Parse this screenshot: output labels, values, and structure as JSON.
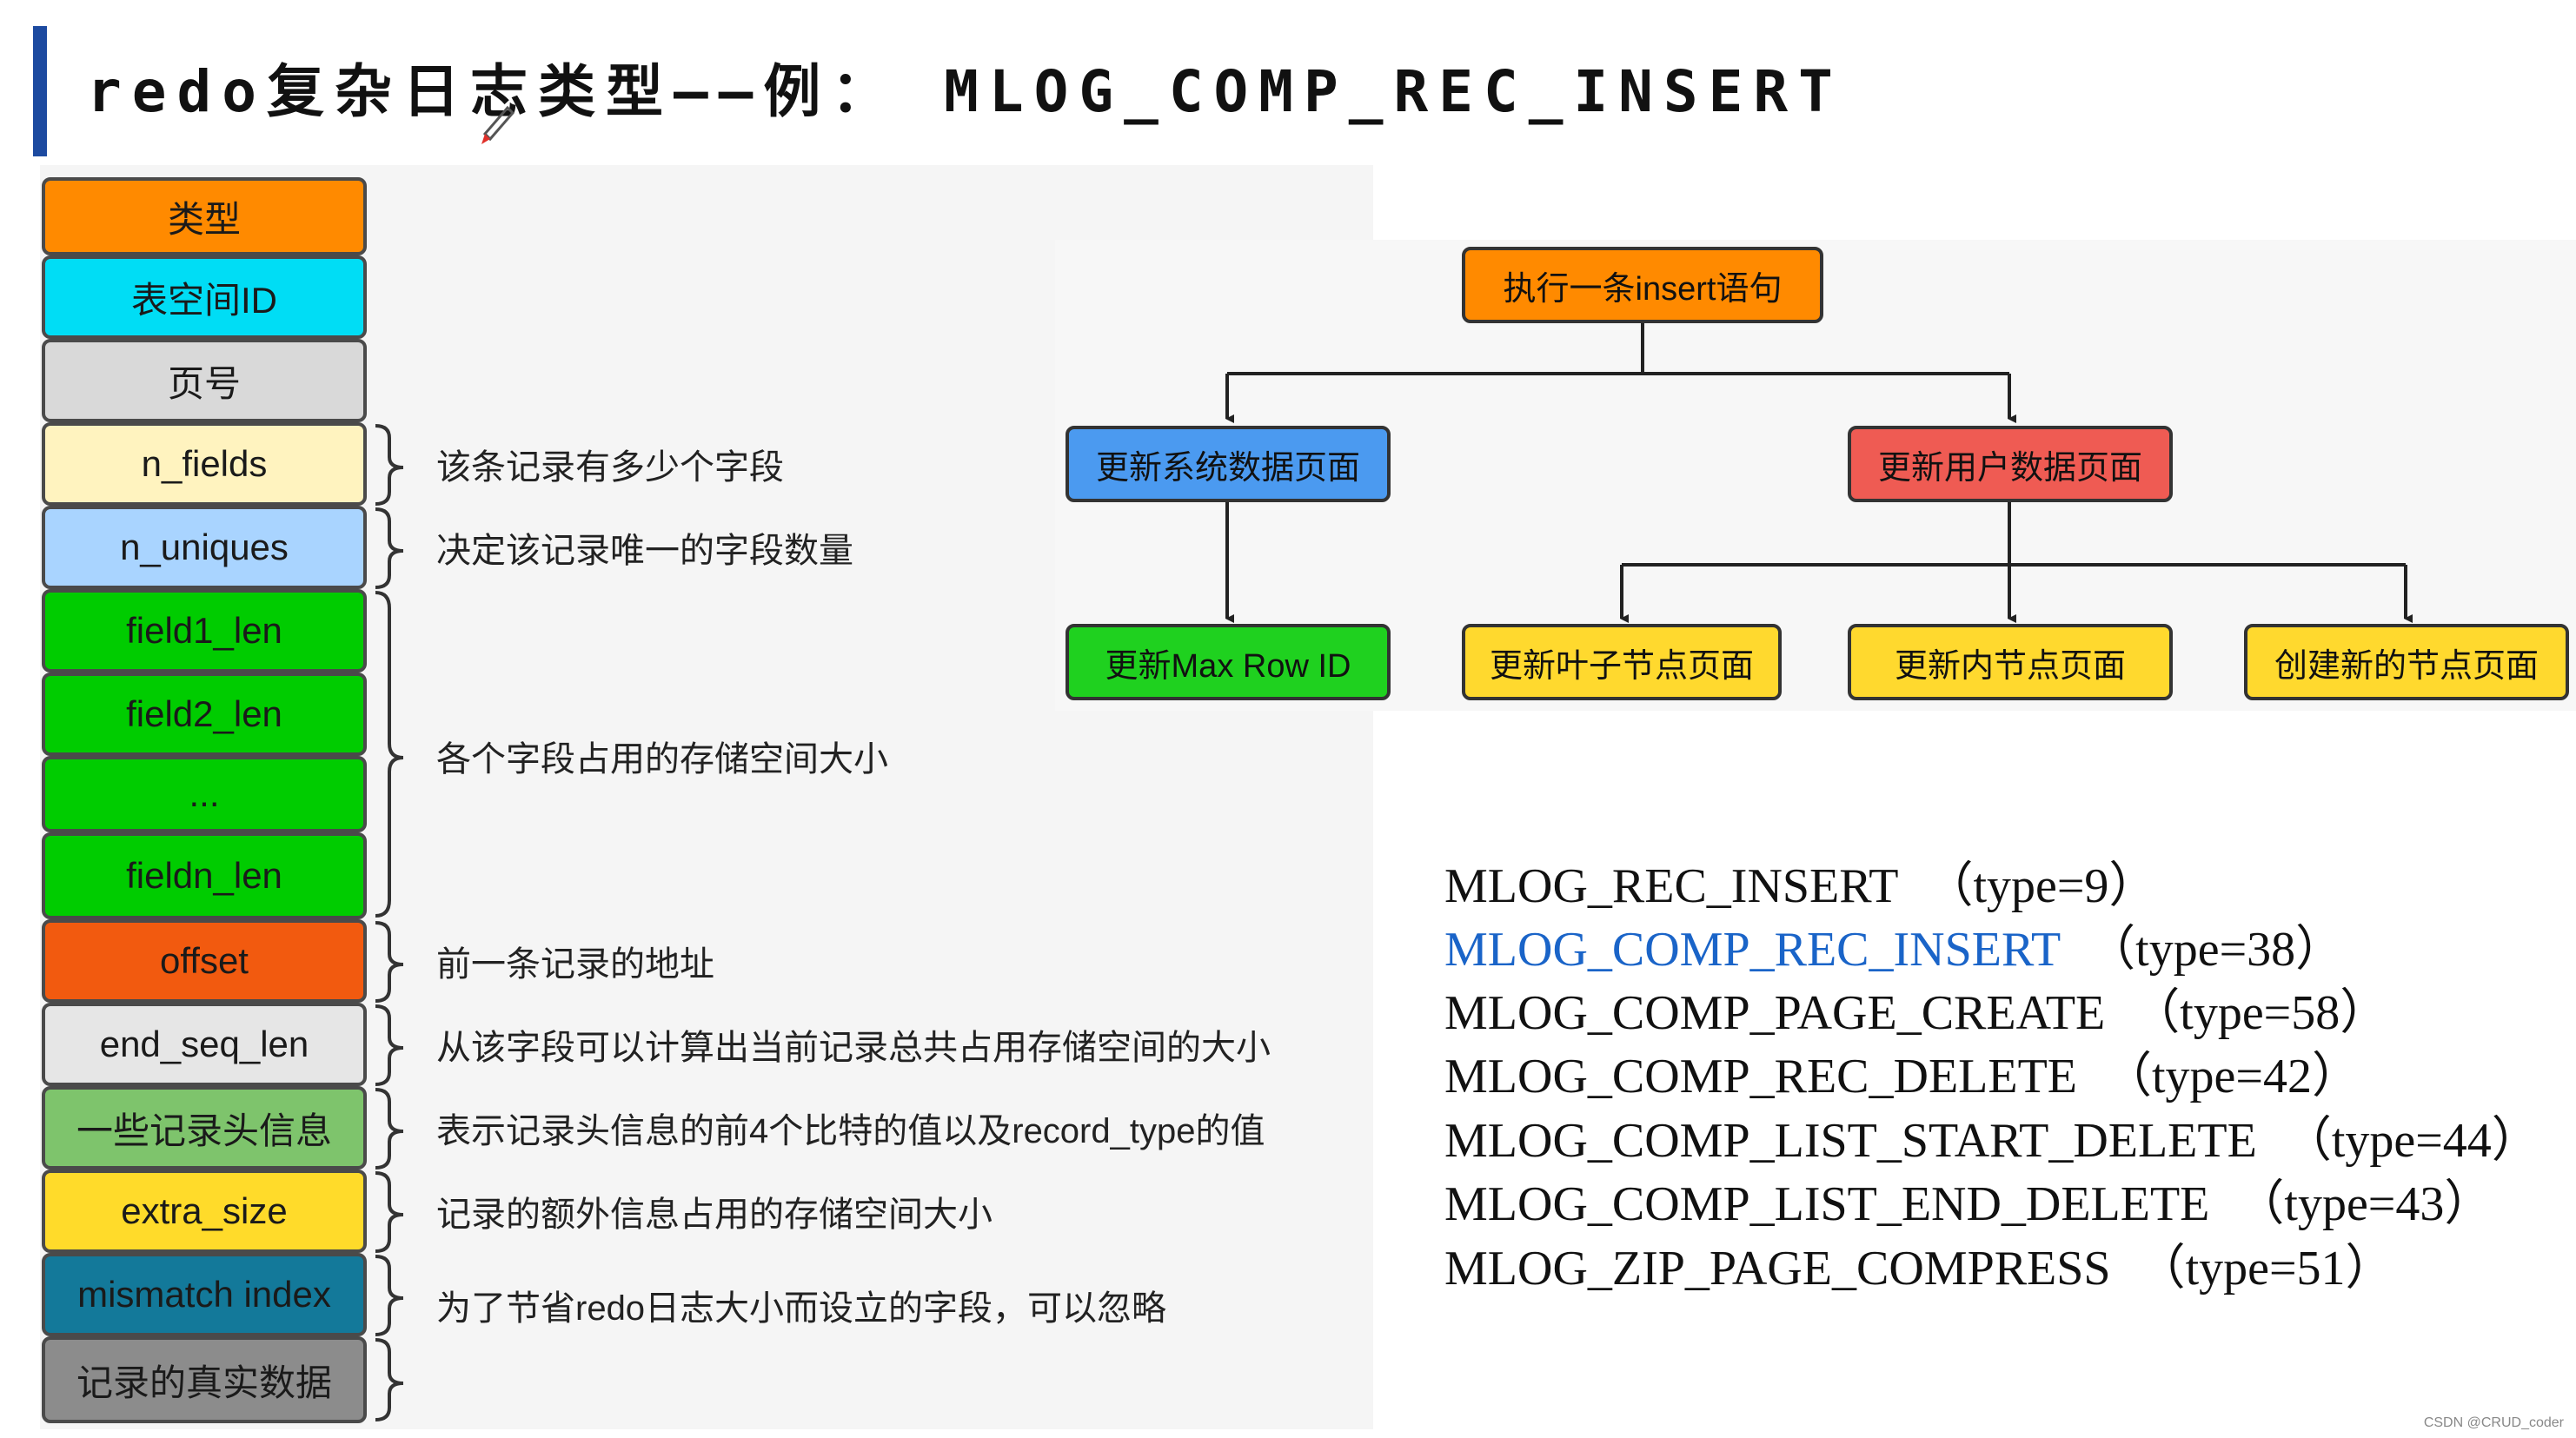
{
  "title": "redo复杂日志类型——例： MLOG_COMP_REC_INSERT",
  "fields": [
    {
      "label": "类型",
      "color": "#ff8a00"
    },
    {
      "label": "表空间ID",
      "color": "#00ddf5"
    },
    {
      "label": "页号",
      "color": "#d9d9d9"
    },
    {
      "label": "n_fields",
      "color": "#fff3bf"
    },
    {
      "label": "n_uniques",
      "color": "#a9d4ff"
    },
    {
      "label": "field1_len",
      "color": "#00cc00"
    },
    {
      "label": "field2_len",
      "color": "#00cc00"
    },
    {
      "label": "...",
      "color": "#00cc00"
    },
    {
      "label": "fieldn_len",
      "color": "#00cc00"
    },
    {
      "label": "offset",
      "color": "#f25a0f"
    },
    {
      "label": "end_seq_len",
      "color": "#e6e6e6"
    },
    {
      "label": "一些记录头信息",
      "color": "#7ec46c"
    },
    {
      "label": "extra_size",
      "color": "#ffdb2a"
    },
    {
      "label": "mismatch index",
      "color": "#13799a"
    },
    {
      "label": "记录的真实数据",
      "color": "#8c8c8c"
    }
  ],
  "annotations": [
    "该条记录有多少个字段",
    "决定该记录唯一的字段数量",
    "各个字段占用的存储空间大小",
    "前一条记录的地址",
    "从该字段可以计算出当前记录总共占用存储空间的大小",
    "表示记录头信息的前4个比特的值以及record_type的值",
    "记录的额外信息占用的存储空间大小",
    "为了节省redo日志大小而设立的字段，可以忽略"
  ],
  "tree": {
    "root": {
      "label": "执行一条insert语句",
      "color": "#ff8a00"
    },
    "sys_page": {
      "label": "更新系统数据页面",
      "color": "#4b9af0"
    },
    "user_page": {
      "label": "更新用户数据页面",
      "color": "#ef5b53"
    },
    "max_row_id": {
      "label": "更新Max Row ID",
      "color": "#1fd11f"
    },
    "leaf_page": {
      "label": "更新叶子节点页面",
      "color": "#ffd92e"
    },
    "inner_page": {
      "label": "更新内节点页面",
      "color": "#ffd92e"
    },
    "new_page": {
      "label": "创建新的节点页面",
      "color": "#ffd92e"
    }
  },
  "log_types": [
    {
      "name": "MLOG_REC_INSERT",
      "type": "（type=9）",
      "highlight": false
    },
    {
      "name": "MLOG_COMP_REC_INSERT",
      "type": "（type=38）",
      "highlight": true
    },
    {
      "name": "MLOG_COMP_PAGE_CREATE",
      "type": "（type=58）",
      "highlight": false
    },
    {
      "name": "MLOG_COMP_REC_DELETE",
      "type": "（type=42）",
      "highlight": false
    },
    {
      "name": "MLOG_COMP_LIST_START_DELETE",
      "type": "（type=44）",
      "highlight": false
    },
    {
      "name": "MLOG_COMP_LIST_END_DELETE",
      "type": "（type=43）",
      "highlight": false
    },
    {
      "name": "MLOG_ZIP_PAGE_COMPRESS",
      "type": "（type=51）",
      "highlight": false
    }
  ],
  "watermark": "CSDN @CRUD_coder"
}
